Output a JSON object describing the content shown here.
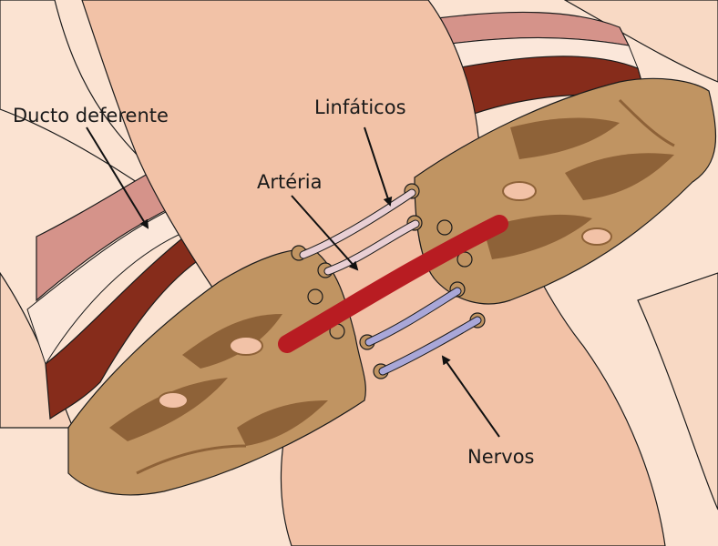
{
  "labels": {
    "ducto_deferente": "Ducto deferente",
    "linfaticos": "Linfáticos",
    "arteria": "Artéria",
    "nervos": "Nervos"
  },
  "colors": {
    "background": "#fbe3d2",
    "skin": "#f2c2a7",
    "sac_dark": "#862c1b",
    "sac_pink": "#d5938a",
    "cord": "#c09462",
    "cord_dark": "#8e6238",
    "artery": "#b81c22",
    "lymphatic": "#e9cfd4",
    "nerve": "#a9a7d8"
  }
}
